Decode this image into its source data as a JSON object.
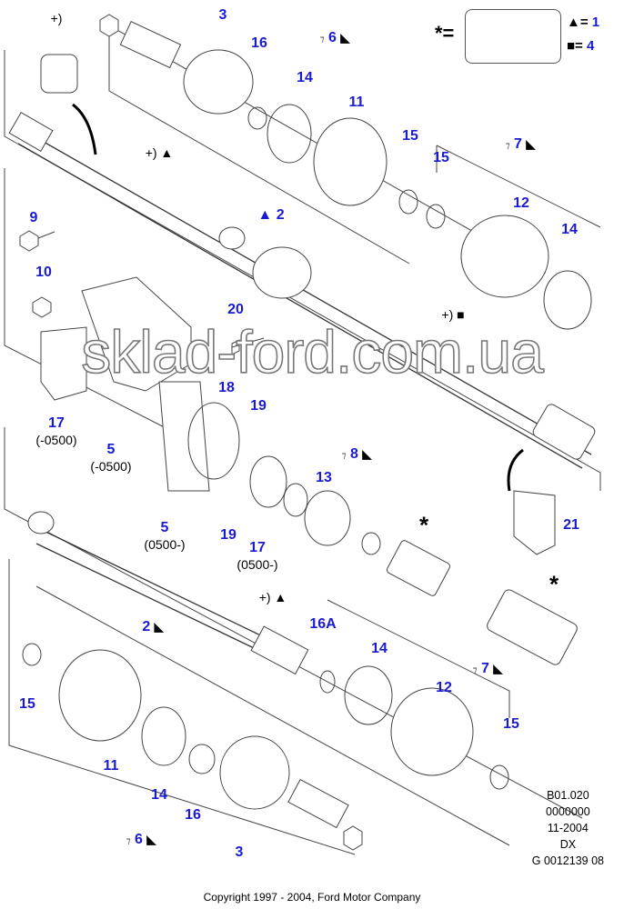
{
  "legend": {
    "star_eq": "*=",
    "triangle_key": "▲=",
    "triangle_value": "1",
    "square_key": "■=",
    "square_value": "4"
  },
  "callouts": [
    {
      "text": "+)"
    },
    {
      "text": "3"
    },
    {
      "text": "16"
    },
    {
      "text": "6"
    },
    {
      "text": "14"
    },
    {
      "text": "11"
    },
    {
      "text": "15"
    },
    {
      "text": "15"
    },
    {
      "text": "7"
    },
    {
      "text": "12"
    },
    {
      "text": "14"
    },
    {
      "text": "+) ▲"
    },
    {
      "text": "▲ 2"
    },
    {
      "text": "9"
    },
    {
      "text": "10"
    },
    {
      "text": "20"
    },
    {
      "text": "+) ■"
    },
    {
      "text": "18"
    },
    {
      "text": "19"
    },
    {
      "text": "17",
      "sub": "(-0500)"
    },
    {
      "text": "5",
      "sub": "(-0500)"
    },
    {
      "text": "8"
    },
    {
      "text": "13"
    },
    {
      "text": "21"
    },
    {
      "text": "5",
      "sub": "(0500-)"
    },
    {
      "text": "19"
    },
    {
      "text": "17",
      "sub": "(0500-)"
    },
    {
      "text": "+) ▲"
    },
    {
      "text": "2"
    },
    {
      "text": "16A"
    },
    {
      "text": "14"
    },
    {
      "text": "7"
    },
    {
      "text": "12"
    },
    {
      "text": "15"
    },
    {
      "text": "11"
    },
    {
      "text": "15"
    },
    {
      "text": "14"
    },
    {
      "text": "16"
    },
    {
      "text": "6"
    },
    {
      "text": "3"
    }
  ],
  "variant_mark": "⁊",
  "half_triangle": "◣",
  "star": "*",
  "info": {
    "line1": "B01.020",
    "line2": "0000000",
    "line3": "11-2004",
    "line4": "DX",
    "line5": "G 0012139 08"
  },
  "copyright": "Copyright 1997 - 2004, Ford Motor Company",
  "watermark": "sklad-ford.com.ua"
}
